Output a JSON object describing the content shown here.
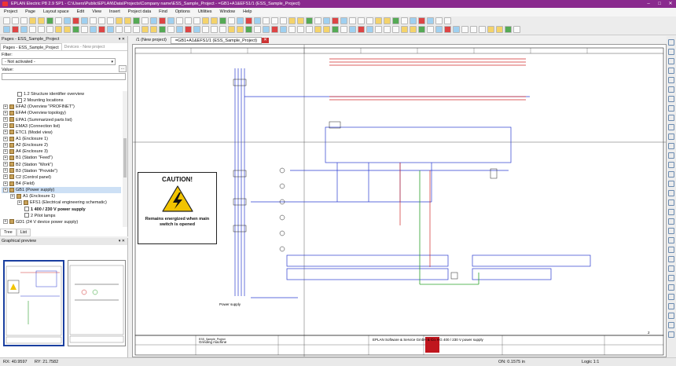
{
  "window": {
    "title": "EPLAN Electric P8 2.9 SP1 - C:\\Users\\Public\\EPLAN\\Data\\Projects\\Company name\\ESS_Sample_Project - =GB1+A1&EFS1/1 (ESS_Sample_Project)"
  },
  "menu": [
    "Project",
    "Page",
    "Layout space",
    "Edit",
    "View",
    "Insert",
    "Project data",
    "Find",
    "Options",
    "Utilities",
    "Window",
    "Help"
  ],
  "pages_panel": {
    "title": "Pages - ESS_Sample_Project",
    "tab_active": "Pages - ESS_Sample_Project",
    "tab_inactive": "Devices - New project",
    "filter_label": "Filter:",
    "filter_value": "- Not activated -",
    "filter_button": "...",
    "value_label": "Value:",
    "tree": [
      {
        "label": "1.2 Structure identifier overview",
        "level": 2,
        "type": "page"
      },
      {
        "label": "2 Mounting locations",
        "level": 2,
        "type": "page"
      },
      {
        "label": "EFA2 (Overview \"PROFINET\")",
        "level": 0,
        "type": "folder"
      },
      {
        "label": "EFA4 (Overview topology)",
        "level": 0,
        "type": "folder"
      },
      {
        "label": "EPA1 (Summarized parts list)",
        "level": 0,
        "type": "folder"
      },
      {
        "label": "EMA3 (Connection list)",
        "level": 0,
        "type": "folder"
      },
      {
        "label": "ETC1 (Model view)",
        "level": 0,
        "type": "folder"
      },
      {
        "label": "A1 (Enclosure 1)",
        "level": 0,
        "type": "folder"
      },
      {
        "label": "A2 (Enclosure 2)",
        "level": 0,
        "type": "folder"
      },
      {
        "label": "A4 (Enclosure 3)",
        "level": 0,
        "type": "folder"
      },
      {
        "label": "B1 (Station \"Feed\")",
        "level": 0,
        "type": "folder"
      },
      {
        "label": "B2 (Station \"Work\")",
        "level": 0,
        "type": "folder"
      },
      {
        "label": "B3 (Station \"Provide\")",
        "level": 0,
        "type": "folder"
      },
      {
        "label": "C2 (Control panel)",
        "level": 0,
        "type": "folder"
      },
      {
        "label": "B4 (Field)",
        "level": 0,
        "type": "folder"
      },
      {
        "label": "GB1 (Power supply)",
        "level": 0,
        "type": "folder",
        "selected": true
      },
      {
        "label": "A1 (Enclosure 1)",
        "level": 1,
        "type": "folder"
      },
      {
        "label": "EFS1 (Electrical engineering schematic)",
        "level": 2,
        "type": "folder"
      },
      {
        "label": "1 400 / 230 V power supply",
        "level": 3,
        "type": "page",
        "bold": true
      },
      {
        "label": "2 Pilot lamps",
        "level": 3,
        "type": "page"
      },
      {
        "label": "GD1 (24 V device power supply)",
        "level": 0,
        "type": "folder"
      }
    ],
    "bottom_tabs": [
      "Tree",
      "List"
    ]
  },
  "preview_panel": {
    "title": "Graphical preview"
  },
  "doc_tabs": [
    "/1 (New project)",
    "=GB1+A1&EFS1/1 (ESS_Sample_Project)"
  ],
  "schematic": {
    "caution_title": "CAUTION!",
    "caution_text": "Remains energized when main switch is opened",
    "power_supply_label": "Power supply",
    "title_block": {
      "company": "EPLAN Software & Service GmbH & Co. KG",
      "description": "400 / 230 V power supply",
      "machine": "Grinding machine",
      "project": "ESS_Sample_Project",
      "page_no": "1",
      "page_total": "2"
    }
  },
  "status": {
    "rx": "RX: 40.9597",
    "ry": "RY: 21.7582",
    "on": "ON: 0.1575 in",
    "logic": "Logic 1:1"
  },
  "colors": {
    "titlebar": "#8a2a8e",
    "wire_blue": "#2a3bd0",
    "wire_red": "#d02a2a",
    "wire_green": "#2aa02a"
  }
}
